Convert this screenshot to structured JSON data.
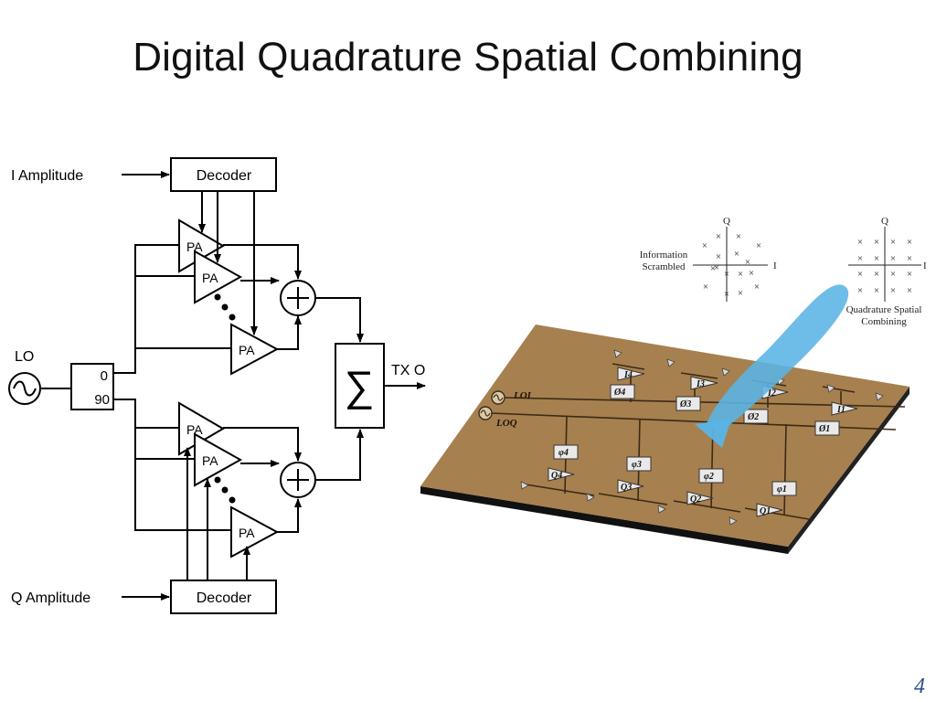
{
  "slide": {
    "title": "Digital Quadrature Spatial Combining",
    "page_number": "4"
  },
  "block_diagram": {
    "i_input": "I Amplitude",
    "q_input": "Q Amplitude",
    "decoder_label": "Decoder",
    "lo_label": "LO",
    "phase_0": "0",
    "phase_90": "90",
    "pa_label": "PA",
    "sum_symbol": "∑",
    "adder_symbol": "+",
    "output_label": "TX O"
  },
  "board_illustration": {
    "constellation_left": {
      "q_axis": "Q",
      "i_axis": "I",
      "caption_line1": "Information",
      "caption_line2": "Scrambled"
    },
    "constellation_right": {
      "q_axis": "Q",
      "i_axis": "I",
      "caption_line1": "Quadrature Spatial",
      "caption_line2": "Combining"
    },
    "lo_i": "LOI",
    "lo_q": "LOQ",
    "i_chain": [
      {
        "amp": "I4",
        "phase": "Ø4"
      },
      {
        "amp": "I3",
        "phase": "Ø3"
      },
      {
        "amp": "I2",
        "phase": "Ø2"
      },
      {
        "amp": "I1",
        "phase": "Ø1"
      }
    ],
    "q_chain": [
      {
        "amp": "Q4",
        "phase": "φ4"
      },
      {
        "amp": "Q3",
        "phase": "φ3"
      },
      {
        "amp": "Q2",
        "phase": "φ2"
      },
      {
        "amp": "Q1",
        "phase": "φ1"
      }
    ],
    "colors": {
      "board": "#a7804f",
      "board_edge": "#111111",
      "beam": "#5ab4e6"
    }
  }
}
